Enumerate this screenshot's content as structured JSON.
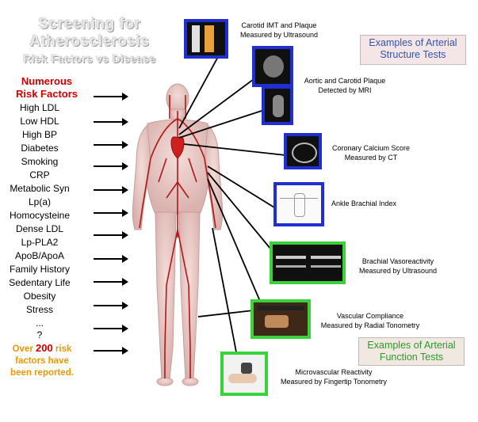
{
  "title": {
    "line1": "Screening for",
    "line2": "Atherosclerosis",
    "line3": "Risk Factors vs Disease"
  },
  "risk_factors": {
    "heading_1": "Numerous",
    "heading_2": "Risk Factors",
    "items": [
      "High LDL",
      "Low HDL",
      "High BP",
      "Diabetes",
      "Smoking",
      "CRP",
      "Metabolic Syn",
      "Lp(a)",
      "Homocysteine",
      "Dense LDL",
      "Lp-PLA2",
      "ApoB/ApoA",
      "Family History",
      "Sedentary Life",
      "Obesity",
      "Stress",
      "...",
      "?"
    ],
    "footer_1": "Over",
    "footer_number": "200",
    "footer_2": "risk",
    "footer_3": "factors have",
    "footer_4": "been reported."
  },
  "categories": {
    "structure_1": "Examples of Arterial",
    "structure_2": "Structure Tests",
    "function_1": "Examples of Arterial",
    "function_2": "Function Tests"
  },
  "tests": [
    {
      "line1": "Carotid IMT and Plaque",
      "line2": "Measured by Ultrasound",
      "frame": "#1f2fd0"
    },
    {
      "line1": "Aortic and Carotid Plaque",
      "line2": "Detected by MRI",
      "frame": "#1f2fd0"
    },
    {
      "line1": "Coronary Calcium Score",
      "line2": "Measured by CT",
      "frame": "#1f2fd0"
    },
    {
      "line1": "Ankle Brachial Index",
      "line2": "",
      "frame": "#1f2fd0"
    },
    {
      "line1": "Brachial Vasoreactivity",
      "line2": "Measured by Ultrasound",
      "frame": "#39d23b"
    },
    {
      "line1": "Vascular Compliance",
      "line2": "Measured by Radial Tonometry",
      "frame": "#39d23b"
    },
    {
      "line1": "Microvascular Reactivity",
      "line2": "Measured by Fingertip Tonometry",
      "frame": "#39d23b"
    }
  ],
  "colors": {
    "structure_frame": "#1f2fd0",
    "function_frame": "#39d23b",
    "risk_heading": "#d00000",
    "footer": "#e8980a"
  }
}
